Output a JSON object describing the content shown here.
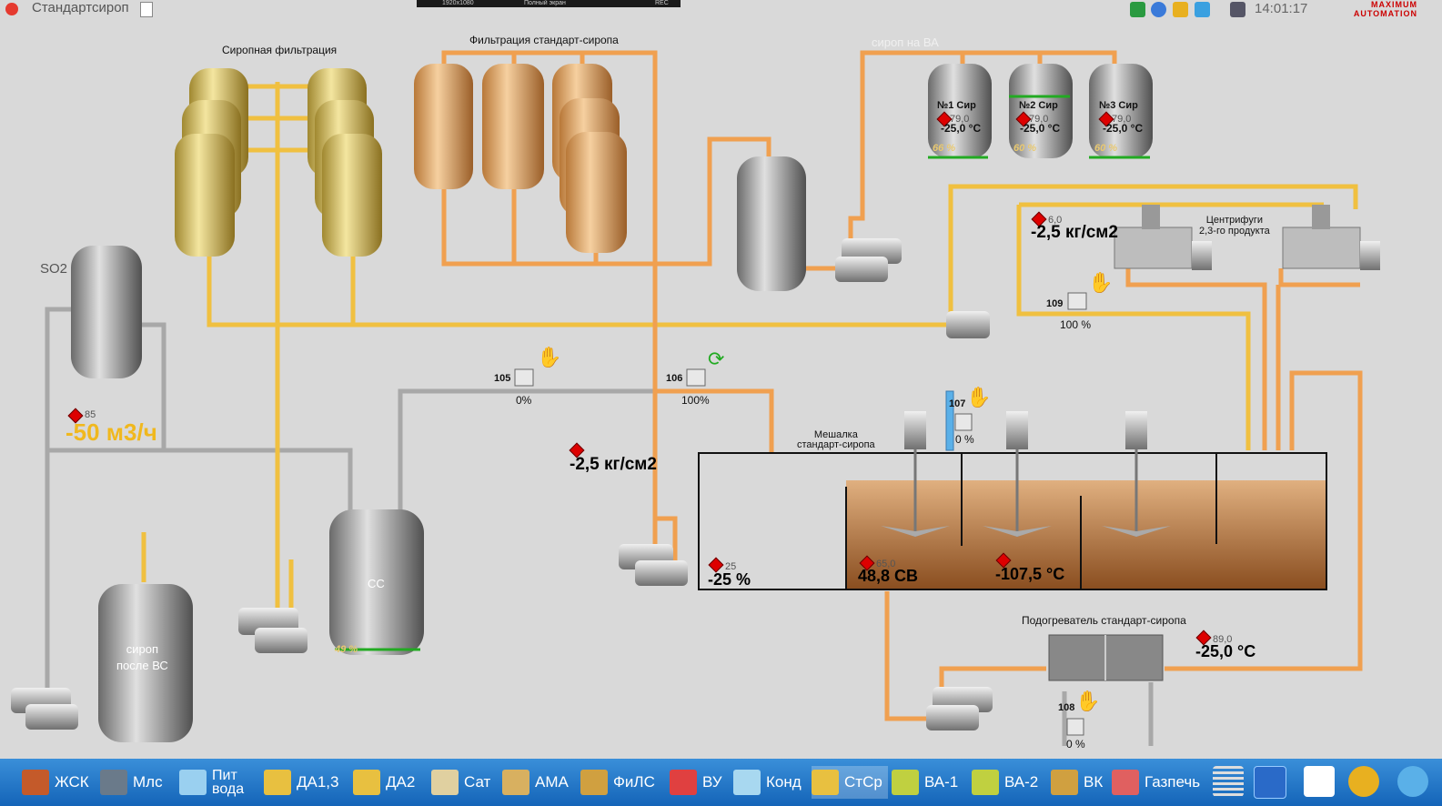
{
  "window": {
    "title": "Стандартсироп",
    "clock": "14:01:17",
    "brand": "MAXIMUM AUTOMATION"
  },
  "capture_bar": {
    "resolution": "1920x1080",
    "fullscreen": "Полный экран",
    "rec": "REC"
  },
  "sections": {
    "syrup_filtration": "Сиропная фильтрация",
    "std_filtration": "Фильтрация стандарт-сиропа",
    "to_va": "сироп на ВА",
    "centrifuges": "Центрифуги\n2,3-го продукта",
    "mixer": "Мешалка\nстандарт-сиропа",
    "heater": "Подогреватель стандарт-сиропа"
  },
  "tanks": {
    "so2": "SO2",
    "cc": "CC",
    "after_vs": "сироп\nпосле ВС",
    "cc_level": "49 %"
  },
  "sir_tanks": [
    {
      "name": "№1 Сир",
      "setpoint": "79,0",
      "temp": "-25,0 °C",
      "level": "66 %",
      "level_fraction": 0.66
    },
    {
      "name": "№2 Сир",
      "setpoint": "79,0",
      "temp": "-25,0 °C",
      "level": "60 %",
      "level_fraction": 0.6
    },
    {
      "name": "№3 Сир",
      "setpoint": "79,0",
      "temp": "-25,0 °C",
      "level": "60 %",
      "level_fraction": 0.6
    }
  ],
  "readings": {
    "flow_sp": "85",
    "flow": "-50 м3/ч",
    "pressure_main": "-2,5 кг/см2",
    "centrifuge_sp": "6,0",
    "centrifuge_pressure": "-2,5 кг/см2",
    "mixer_level_sp": "25",
    "mixer_level": "-25 %",
    "mixer_cb_sp": "65,0",
    "mixer_cb": "48,8 СВ",
    "mixer_temp": "-107,5 °C",
    "heater_sp": "89,0",
    "heater_temp": "-25,0 °C"
  },
  "valves": [
    {
      "id": "105",
      "value": "0%"
    },
    {
      "id": "106",
      "value": "100%"
    },
    {
      "id": "107",
      "value": "0 %"
    },
    {
      "id": "108",
      "value": "0 %"
    },
    {
      "id": "109",
      "value": "100 %"
    }
  ],
  "taskbar": [
    {
      "label": "ЖСК",
      "color": "#c45a2a"
    },
    {
      "label": "Млс",
      "color": "#6a7a8a"
    },
    {
      "label": "Пит\nвода",
      "color": "#9ad0f0"
    },
    {
      "label": "ДА1,3",
      "color": "#e8c040"
    },
    {
      "label": "ДА2",
      "color": "#e8c040"
    },
    {
      "label": "Сат",
      "color": "#e0d0a0"
    },
    {
      "label": "АМА",
      "color": "#d8b060"
    },
    {
      "label": "ФиЛС",
      "color": "#d0a040"
    },
    {
      "label": "ВУ",
      "color": "#e04040"
    },
    {
      "label": "Конд",
      "color": "#a8d8f0"
    },
    {
      "label": "СтСр",
      "color": "#e8c040",
      "active": true
    },
    {
      "label": "ВА-1",
      "color": "#c0d040"
    },
    {
      "label": "ВА-2",
      "color": "#c0d040"
    },
    {
      "label": "ВК",
      "color": "#d0a040"
    },
    {
      "label": "Газпечь",
      "color": "#e06060"
    }
  ],
  "colors": {
    "pipe_syrup": "#f0c040",
    "pipe_std": "#f0a050",
    "pipe_gray": "#a8a8a8",
    "alarm": "#dd0000",
    "level_line": "#22aa22"
  }
}
